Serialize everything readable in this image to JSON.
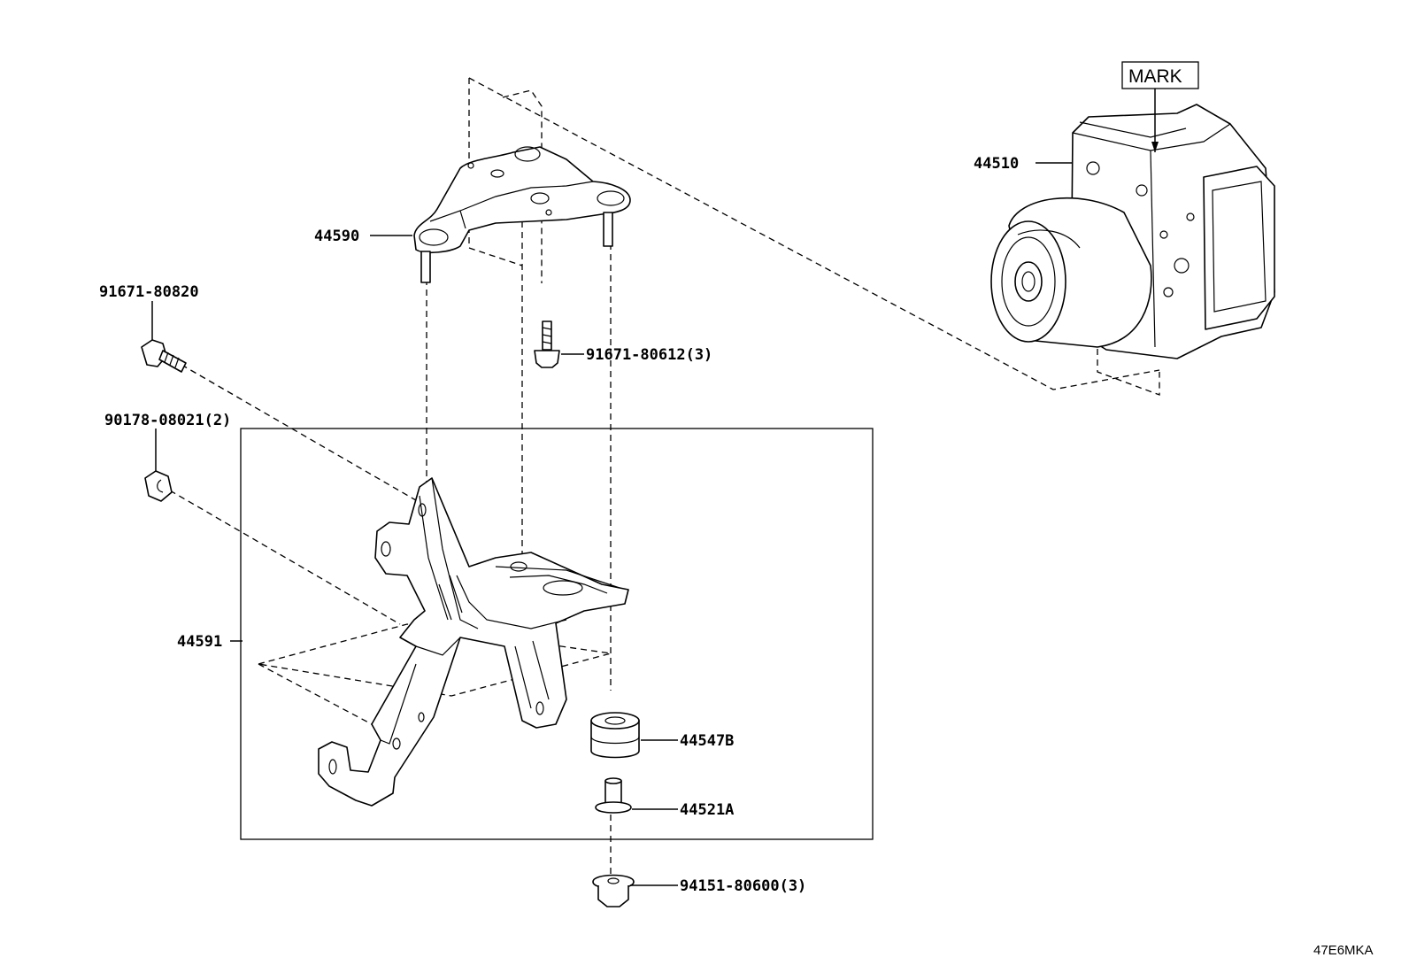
{
  "labels": {
    "abs_actuator": "44510",
    "mark": "MARK",
    "upper_bracket": "44590",
    "lower_bracket": "44591",
    "bolt_left": "91671-80820",
    "nut_left": "90178-08021(2)",
    "bolt_center": "91671-80612(3)",
    "cushion": "44547B",
    "collar": "44521A",
    "nut_bottom": "94151-80600(3)"
  },
  "diagram_code": "47E6MKA"
}
